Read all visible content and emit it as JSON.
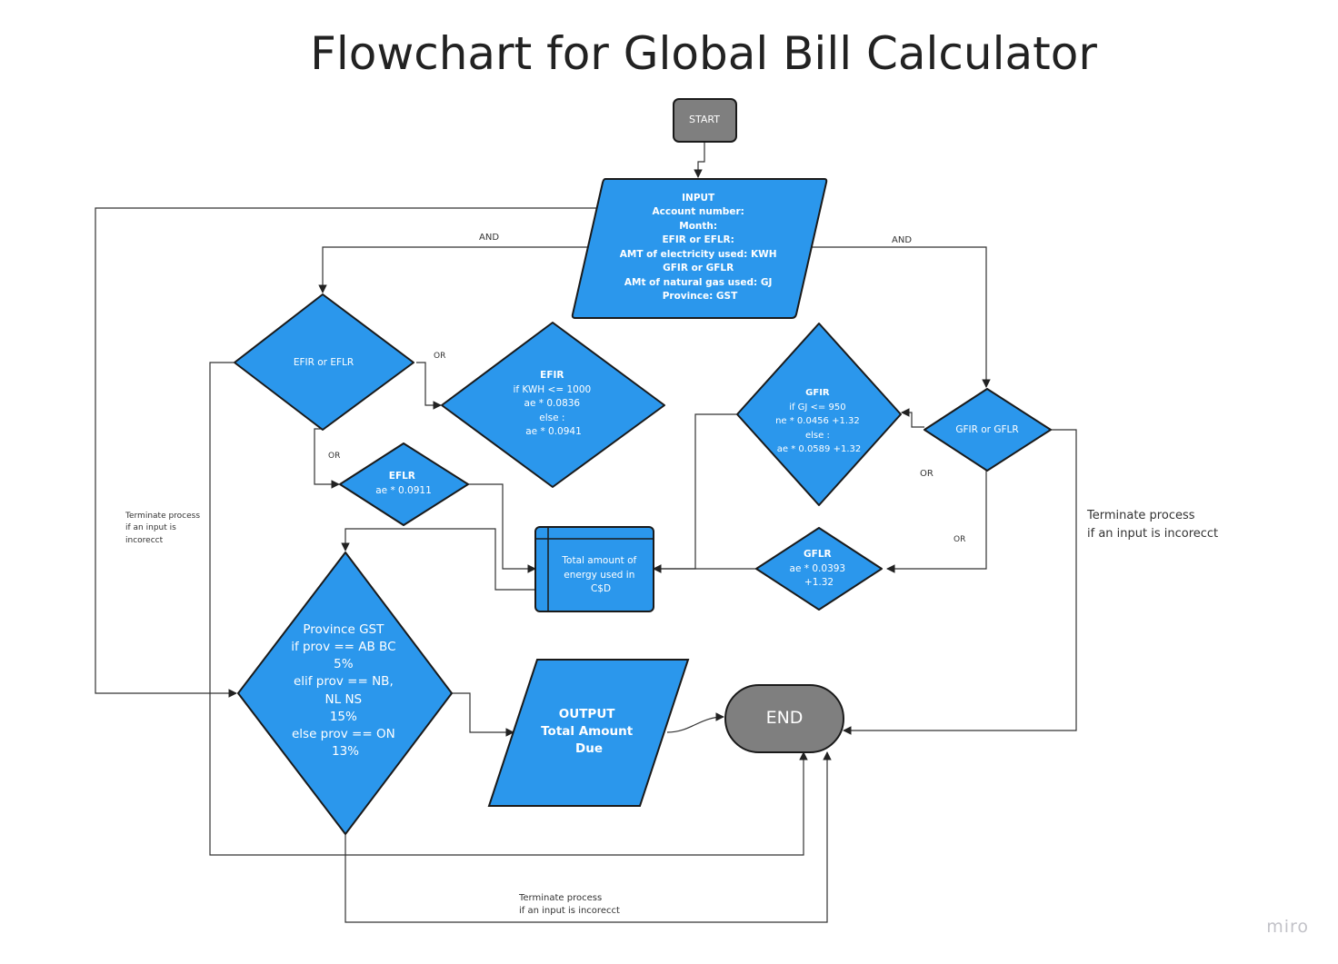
{
  "title": "Flowchart for Global Bill Calculator",
  "watermark": "miro",
  "colors": {
    "process_fill": "#2b97ec",
    "terminal_fill": "#7f7f7f",
    "stroke": "#1a1a1a",
    "connector": "#333333",
    "shape_text": "#ffffff",
    "label_text": "#333333"
  },
  "nodes": {
    "start": {
      "lines": [
        "START"
      ]
    },
    "input": {
      "lines": [
        "INPUT",
        "Account number:",
        "Month:",
        "EFIR or EFLR:",
        "AMT of electricity used: KWH",
        "GFIR or GFLR",
        "AMt of natural gas used: GJ",
        "Province: GST"
      ]
    },
    "efir_or_eflr": {
      "lines": [
        "EFIR or EFLR"
      ]
    },
    "efir": {
      "lines": [
        "EFIR",
        "if KWH <= 1000",
        "ae * 0.0836",
        "else :",
        "ae * 0.0941"
      ]
    },
    "eflr": {
      "lines": [
        "EFLR",
        "ae * 0.0911"
      ]
    },
    "gfir": {
      "lines": [
        "GFIR",
        "if GJ <= 950",
        "ne * 0.0456 +1.32",
        "else :",
        "ae * 0.0589 +1.32"
      ]
    },
    "gfir_or_gflr": {
      "lines": [
        "GFIR or GFLR"
      ]
    },
    "gflr": {
      "lines": [
        "GFLR",
        "ae * 0.0393",
        "+1.32"
      ]
    },
    "total_energy": {
      "lines": [
        "Total amount of",
        "energy used in",
        "C$D"
      ]
    },
    "province_gst": {
      "lines": [
        "Province GST",
        "if prov == AB BC",
        "5%",
        "elif prov == NB,",
        "NL NS",
        "15%",
        "else prov == ON",
        "13%"
      ]
    },
    "output": {
      "lines": [
        "OUTPUT",
        "Total Amount",
        "Due"
      ]
    },
    "end": {
      "lines": [
        "END"
      ]
    }
  },
  "labels": {
    "and_left": "AND",
    "and_right": "AND",
    "or_efir": "OR",
    "or_eflr": "OR",
    "or_gfir": "OR",
    "or_gflr": "OR",
    "terminate_left": [
      "Terminate process",
      "if an input is",
      "incorecct"
    ],
    "terminate_right": [
      "Terminate process",
      "if an input is incorecct"
    ],
    "terminate_bottom": [
      "Terminate process",
      "if an input is incorecct"
    ]
  }
}
